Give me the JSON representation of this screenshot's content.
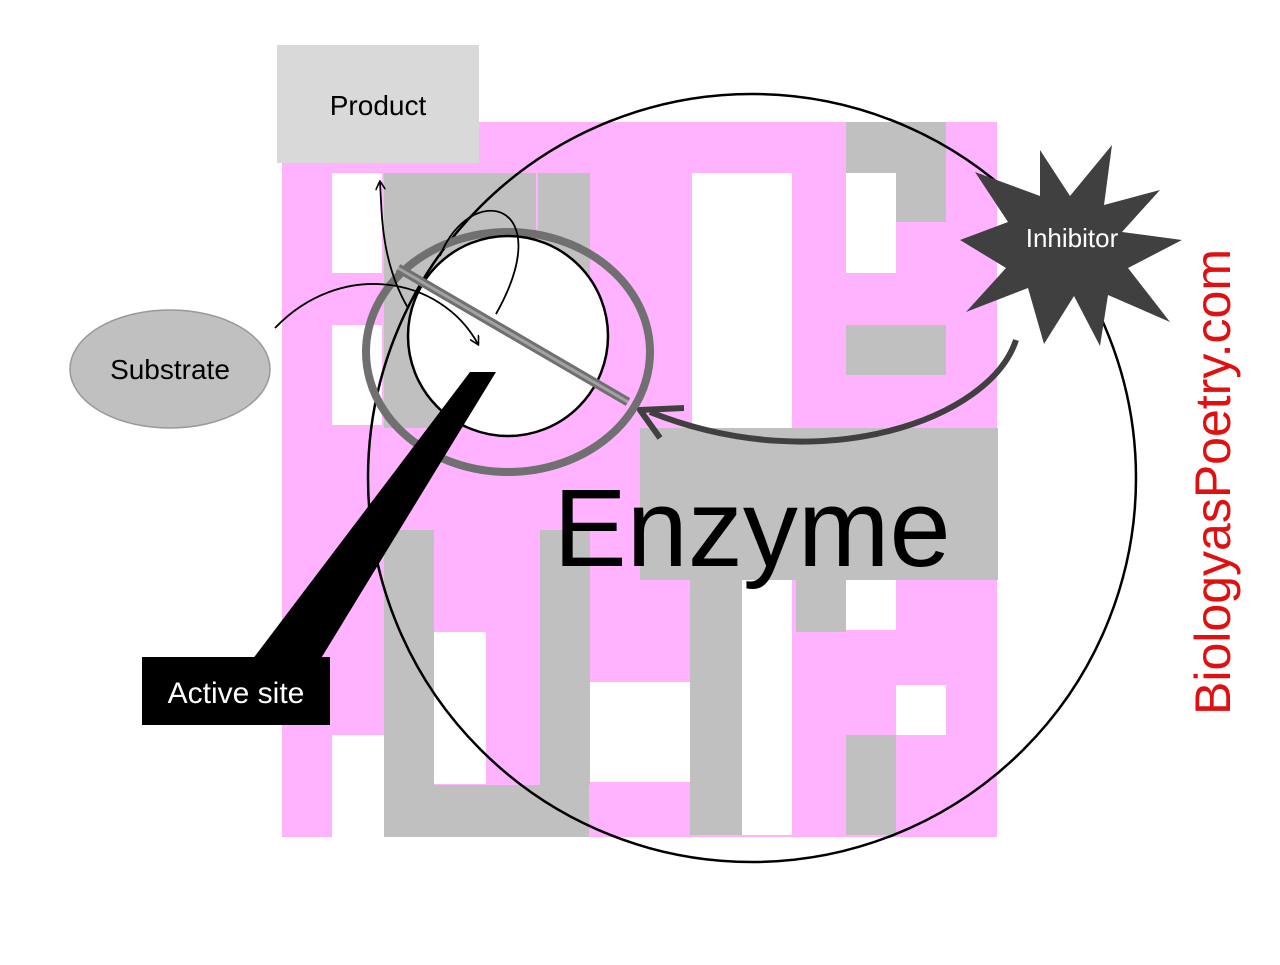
{
  "labels": {
    "product": "Product",
    "substrate": "Substrate",
    "inhibitor": "Inhibitor",
    "enzyme": "Enzyme",
    "active_site": "Active site",
    "watermark": "BiologyasPoetry.com"
  },
  "colors": {
    "pink": "#ffb3ff",
    "gray_block": "#c0c0c0",
    "product_box": "#d9d9d9",
    "substrate_fill": "#c0c0c0",
    "inhibitor_fill": "#404040",
    "active_site_box": "#000000",
    "watermark": "#e01010",
    "outline": "#000000",
    "site_ring": "#707070"
  }
}
